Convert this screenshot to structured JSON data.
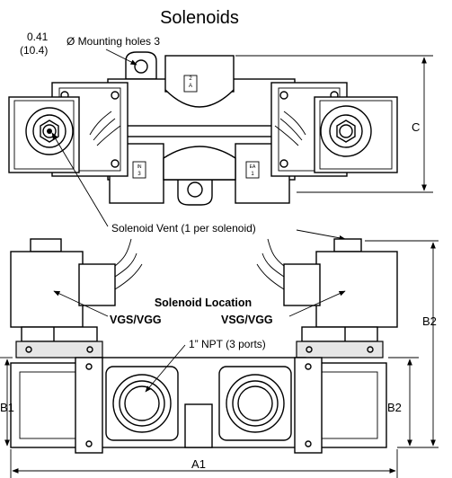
{
  "title": "Solenoids",
  "mount_dim_in": "0.41",
  "mount_dim_mm": "(10.4)",
  "mount_label": "Ø Mounting holes 3",
  "dim_c": "C",
  "port_top": "2",
  "port_top_sub": "A",
  "port_in": "IN",
  "port_in_num": "3",
  "port_ea": "EA",
  "port_ea_num": "1",
  "vent_label": "Solenoid Vent (1 per solenoid)",
  "location_label": "Solenoid Location",
  "left_model": "VGS/VGG",
  "right_model": "VSG/VGG",
  "npt_label": "1” NPT (3 ports)",
  "dim_b2_upper": "B2",
  "dim_b2_lower": "B2",
  "dim_b1": "B1",
  "dim_a1": "A1"
}
